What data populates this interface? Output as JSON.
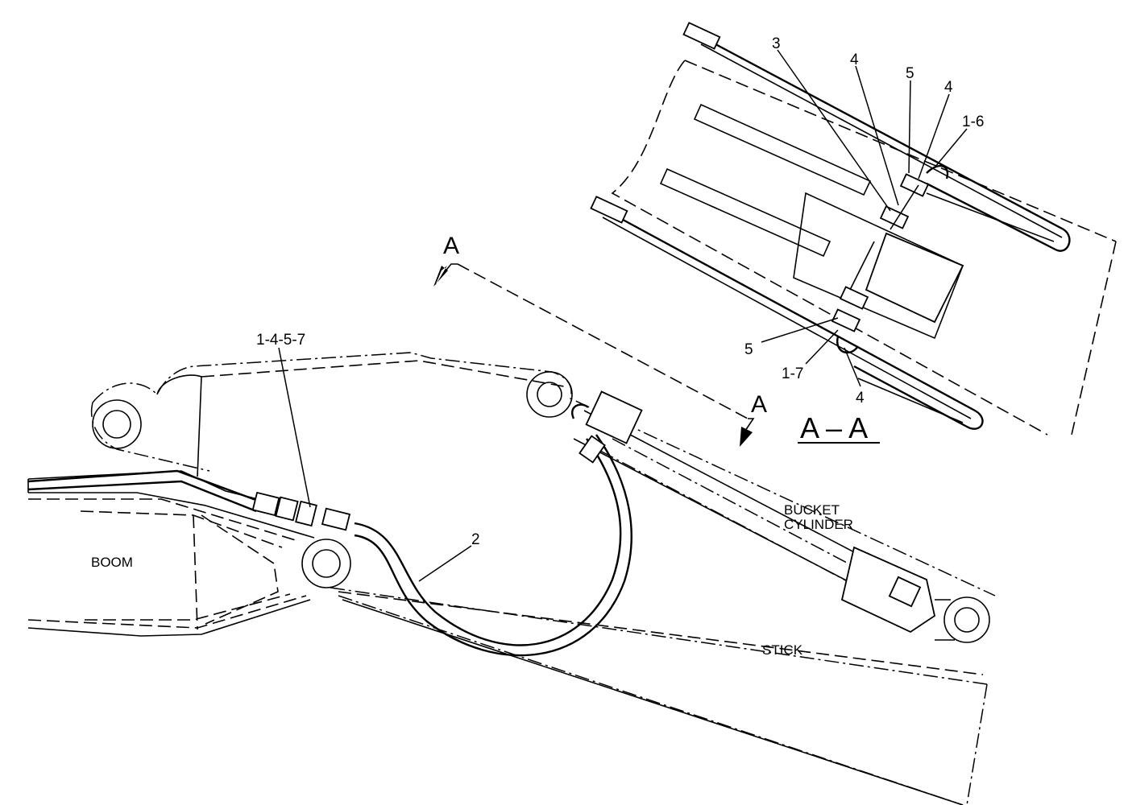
{
  "section_marker": {
    "letter": "A",
    "title": "A – A"
  },
  "part_labels": {
    "boom": "BOOM",
    "stick": "STICK",
    "bucket_cylinder_line1": "BUCKET",
    "bucket_cylinder_line2": "CYLINDER"
  },
  "callouts": {
    "main_fitting": "1-4-5-7",
    "hose": "2",
    "detail_clamp": "3",
    "detail_bolt_upper_a": "4",
    "detail_washer_upper": "5",
    "detail_bolt_upper_b": "4",
    "detail_elbow_upper": "1-6",
    "detail_washer_lower": "5",
    "detail_elbow_lower": "1-7",
    "detail_bolt_lower": "4"
  },
  "colors": {
    "line": "#000000",
    "background": "#ffffff"
  }
}
